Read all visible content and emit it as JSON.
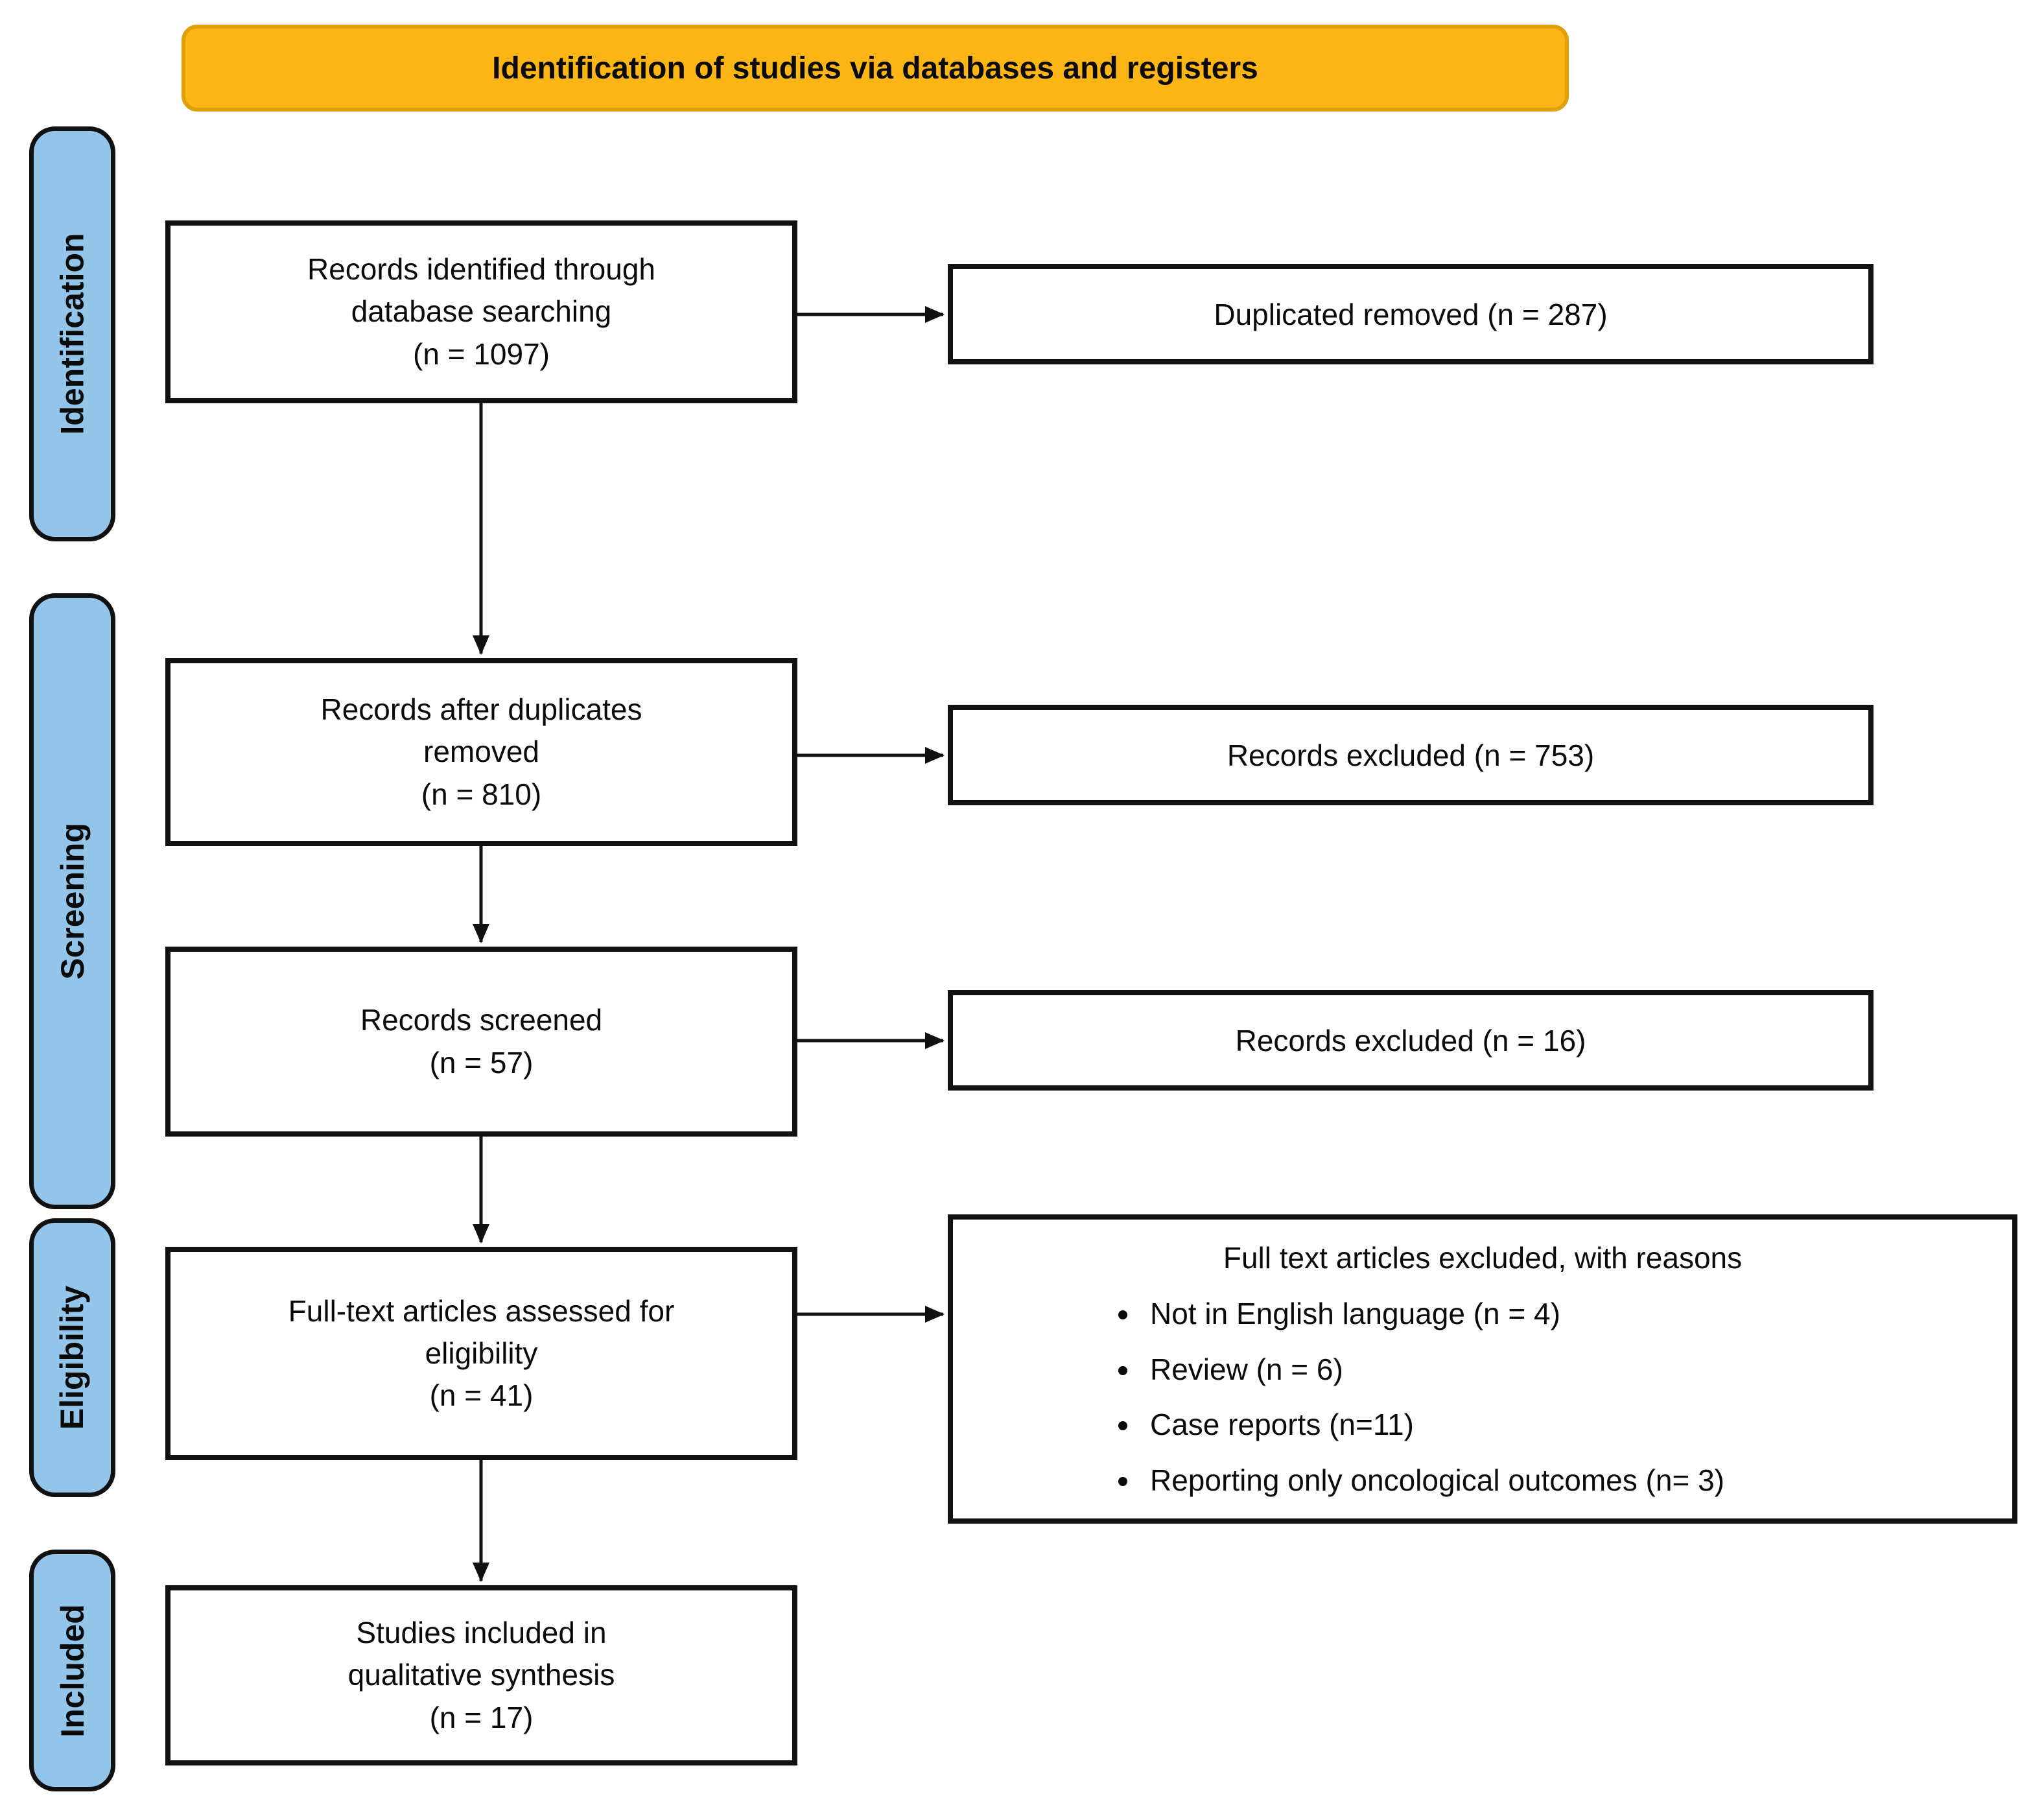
{
  "banner": {
    "label": "Identification of studies via databases and registers"
  },
  "sidebar": {
    "items": [
      {
        "id": "identification",
        "label": "Identification"
      },
      {
        "id": "screening",
        "label": "Screening"
      },
      {
        "id": "eligibility",
        "label": "Eligibility"
      },
      {
        "id": "included",
        "label": "Included"
      }
    ]
  },
  "flow": {
    "boxes": [
      {
        "text": "Records identified through\ndatabase searching\n(n = 1097)"
      },
      {
        "text": "Records after duplicates\nremoved\n(n = 810)"
      },
      {
        "text": "Records screened\n(n = 57)"
      },
      {
        "text": "Full-text articles assessed for\neligibility\n(n = 41)"
      },
      {
        "text": "Studies included in\nqualitative synthesis\n(n = 17)"
      }
    ],
    "exclusion_boxes": [
      {
        "text": "Duplicated removed (n = 287)"
      },
      {
        "text": "Records excluded (n = 753)"
      },
      {
        "text": "Records excluded (n = 16)"
      }
    ],
    "reasons_box": {
      "title": "Full text articles excluded, with reasons",
      "bullets": [
        "Not in English language (n = 4)",
        "Review (n = 6)",
        "Case reports (n=11)",
        "Reporting only oncological outcomes (n= 3)"
      ]
    }
  },
  "colors": {
    "banner-fill": "#FBB515",
    "banner-border": "#DFA00A",
    "stage-fill": "#92C5E9",
    "line": "#111111"
  }
}
